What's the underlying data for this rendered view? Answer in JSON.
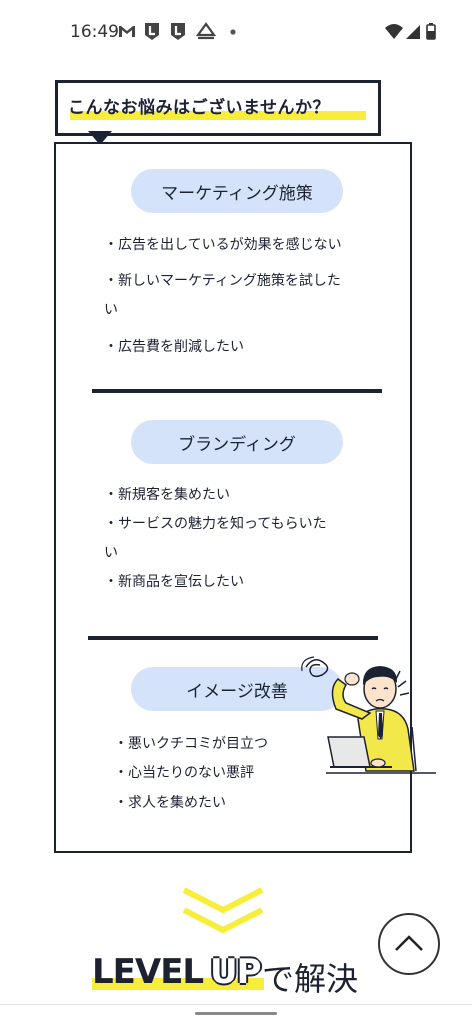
{
  "status_bar": {
    "time": "16:49",
    "icons": [
      "gmail-icon",
      "l-app-icon",
      "l-app-icon",
      "navigation-app-icon",
      "dot-icon",
      "wifi-icon",
      "signal-icon",
      "battery-icon"
    ]
  },
  "headline": "こんなお悩みはございませんか？",
  "sections": [
    {
      "title": "マーケティング施策",
      "items": [
        {
          "line1": "・広告を出しているが効果を感じない",
          "line2": ""
        },
        {
          "line1": "・新しいマーケティング施策を試した",
          "line2": "い"
        },
        {
          "line1": "・広告費を削減したい",
          "line2": ""
        }
      ]
    },
    {
      "title": "ブランディング",
      "items": [
        {
          "line1": "・新規客を集めたい",
          "line2": ""
        },
        {
          "line1": "・サービスの魅力を知ってもらいた",
          "line2": "い"
        },
        {
          "line1": "・新商品を宣伝したい",
          "line2": ""
        }
      ]
    },
    {
      "title": "イメージ改善",
      "items": [
        {
          "line1": "・悪いクチコミが目立つ",
          "line2": ""
        },
        {
          "line1": "・心当たりのない悪評",
          "line2": ""
        },
        {
          "line1": "・求人を集めたい",
          "line2": ""
        }
      ]
    }
  ],
  "cta": {
    "level": "LEVEL",
    "up": "UP",
    "rest": "で解決"
  },
  "colors": {
    "navy": "#1d2233",
    "pill_blue": "#d4e3f9",
    "highlight_yellow": "#f7ee3b"
  }
}
